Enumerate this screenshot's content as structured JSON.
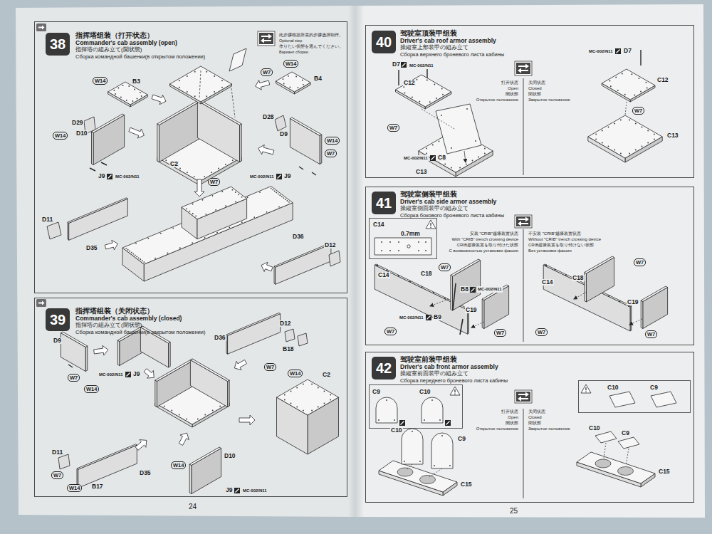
{
  "diagram": {
    "nodes": [
      {
        "text": [
          "指挥塔组装（打开状态）",
          "Commander's cab assembly (open)",
          "指揮塔の組み立て(開状態)",
          "Сборка командной башенки(в открытом положении)"
        ]
      },
      {
        "text": [
          "38"
        ],
        "in": 0
      },
      {
        "text": [
          "指挥塔组装（关闭状态）",
          "Commander's cab assembly (closed)",
          "指揮塔の組み立て(閉状態)",
          "Сборка командной башенки(в закрытом положении)"
        ]
      },
      {
        "text": [
          "39"
        ],
        "in": 2
      },
      {
        "text": [
          "驾驶室顶装甲组装",
          "Driver's cab roof armor assembly",
          "操縦室上部装甲の組み立て",
          "Сборка верхнего броневого листа кабины"
        ]
      },
      {
        "text": [
          "40"
        ],
        "in": 4
      },
      {
        "text": [
          "驾驶室侧装甲组装",
          "Driver's cab side armor assembly",
          "操縦室側面装甲の組み立て",
          "Сборка бокового броневого листа кабины"
        ]
      },
      {
        "text": [
          "41"
        ],
        "in": 6
      },
      {
        "text": [
          "C14",
          "0.7mm"
        ],
        "in": 6
      },
      {
        "text": [
          "驾驶室前装甲组装",
          "Driver's cab front armor assembly",
          "操縦室前面装甲の組み立て",
          "Сборка переднего броневого листа кабины"
        ]
      },
      {
        "text": [
          "42"
        ],
        "in": 9
      },
      {
        "text": [
          "C9",
          "C10"
        ],
        "in": 9
      },
      {
        "text": [
          "C10",
          "C9"
        ],
        "in": 9
      }
    ],
    "labels": [
      "W14",
      "B3",
      "D29",
      "W14",
      "D10",
      "J9",
      "MC-002/N11",
      "C2",
      "W7",
      "W14",
      "B4",
      "D28",
      "D9",
      "W14",
      "W7",
      "MC-002/N11",
      "J9",
      "W7",
      "D11",
      "D35",
      "D36",
      "D12",
      "此步骤根据所需的步骤选择制作。",
      "Optional step",
      "作りたい状態を選んでください。",
      "Вариант сборки.",
      "D9",
      "W7",
      "W14",
      "MC-002/N11",
      "J9",
      "D36",
      "D12",
      "B18",
      "W7",
      "W14",
      "C2",
      "D11",
      "W7",
      "W14",
      "B17",
      "D35",
      "W14",
      "D10",
      "J9",
      "MC-002/N11",
      "D7",
      "MC-002/N11",
      "C12",
      "W7",
      "MC-002/N11",
      "C8",
      "C13",
      "打开状态",
      "Open",
      "開状態",
      "Открытое положение",
      "关闭状态",
      "Closed",
      "閉状態",
      "Закрытое положение",
      "MC-002/N11",
      "D7",
      "C12",
      "W7",
      "C13",
      "W7",
      "C18",
      "C14",
      "B8",
      "MC-002/N11",
      "MC-002/N11",
      "B9",
      "C19",
      "W7",
      "W7",
      "安装 \"CRIB\"越壕装置状态",
      "With \"CRIB\" trench crossing device",
      "CRIB超壕装置を取り付けた状態",
      "С возможностью установки фашин",
      "不安装 \"CRIB\"越壕装置状态",
      "Without \"CRIB\" trench crossing device",
      "CRIB超壕装置を取り付けない状態",
      "Без установки фашин",
      "W7",
      "C18",
      "C14",
      "C19",
      "W7",
      "W7",
      "C10",
      "C9",
      "C15",
      "打开状态",
      "Open",
      "開状態",
      "Открытое положение",
      "关闭状态",
      "Closed",
      "閉状態",
      "Закрытое положение",
      "C10",
      "C9",
      "C15",
      "24",
      "25"
    ]
  }
}
